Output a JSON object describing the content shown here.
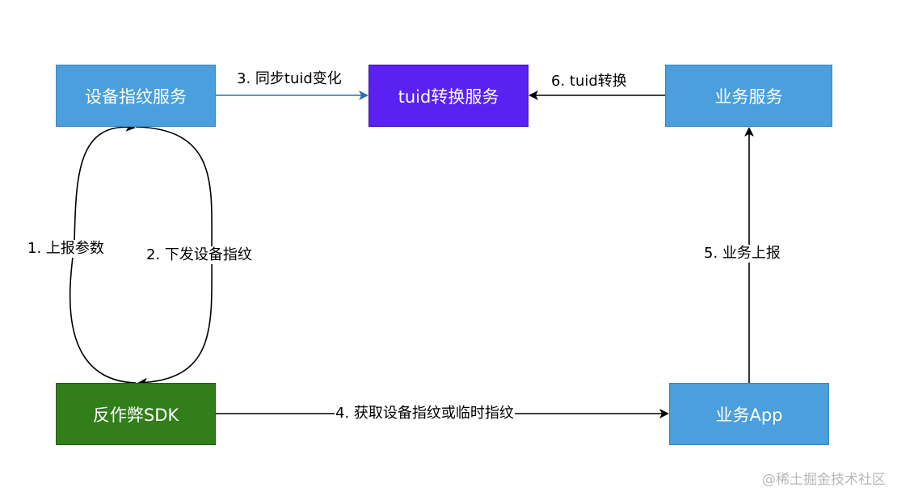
{
  "nodes": {
    "device_fingerprint_service": {
      "label": "设备指纹服务",
      "fill": "#4a9fdc",
      "border": "#3a85c2"
    },
    "tuid_conversion_service": {
      "label": "tuid转换服务",
      "fill": "#5b21f2",
      "border": "#3d0fb8"
    },
    "business_service": {
      "label": "业务服务",
      "fill": "#4a9fdc",
      "border": "#3a85c2"
    },
    "anti_fraud_sdk": {
      "label": "反作弊SDK",
      "fill": "#317e1a",
      "border": "#255f13"
    },
    "business_app": {
      "label": "业务App",
      "fill": "#4a9fdc",
      "border": "#3a85c2"
    }
  },
  "edges": {
    "report_params": {
      "label": "1. 上报参数"
    },
    "issue_fingerprint": {
      "label": "2. 下发设备指纹"
    },
    "sync_tuid": {
      "label": "3. 同步tuid变化",
      "color": "#2f6fa7"
    },
    "get_fingerprint": {
      "label": "4. 获取设备指纹或临时指纹"
    },
    "business_report": {
      "label": "5. 业务上报"
    },
    "tuid_convert": {
      "label": "6. tuid转换"
    }
  },
  "watermark": "@稀土掘金技术社区"
}
